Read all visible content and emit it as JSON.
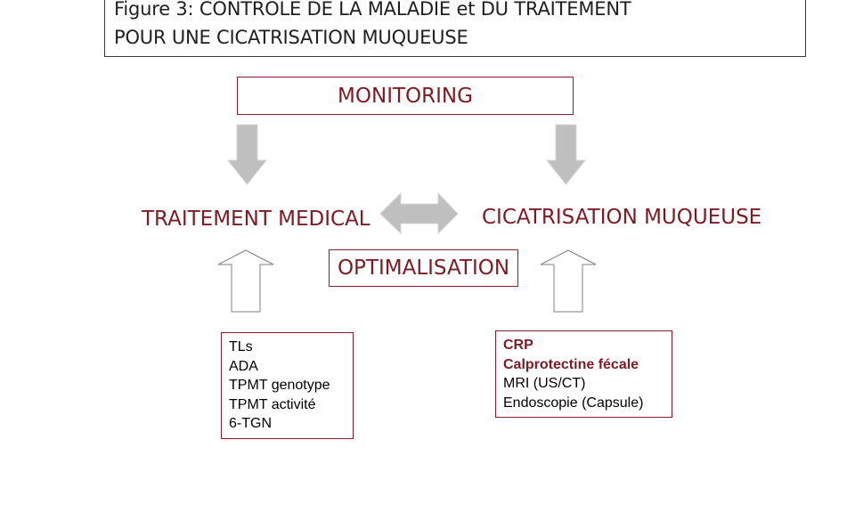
{
  "title": {
    "line1": "Figure 3: CONTRÔLE DE LA MALADIE et DU TRAITEMENT",
    "line2": "POUR UNE CICATRISATION MUQUEUSE"
  },
  "monitoring": "MONITORING",
  "optimalisation": "OPTIMALISATION",
  "traitement": "TRAITEMENT MEDICAL",
  "cicatrisation": "CICATRISATION MUQUEUSE",
  "left_list": [
    "TLs",
    "ADA",
    "TPMT genotype",
    "TPMT activité",
    "6-TGN"
  ],
  "right_list": [
    {
      "text": "CRP",
      "bold": true
    },
    {
      "text": "Calprotectine fécale",
      "bold": true
    },
    {
      "text": "MRI (US/CT)",
      "bold": false
    },
    {
      "text": "Endoscopie (Capsule)",
      "bold": false
    }
  ],
  "colors": {
    "accent": "#7d1b25",
    "arrow_fill": "#bfbfbf",
    "hollow_arrow_stroke": "#808080"
  }
}
